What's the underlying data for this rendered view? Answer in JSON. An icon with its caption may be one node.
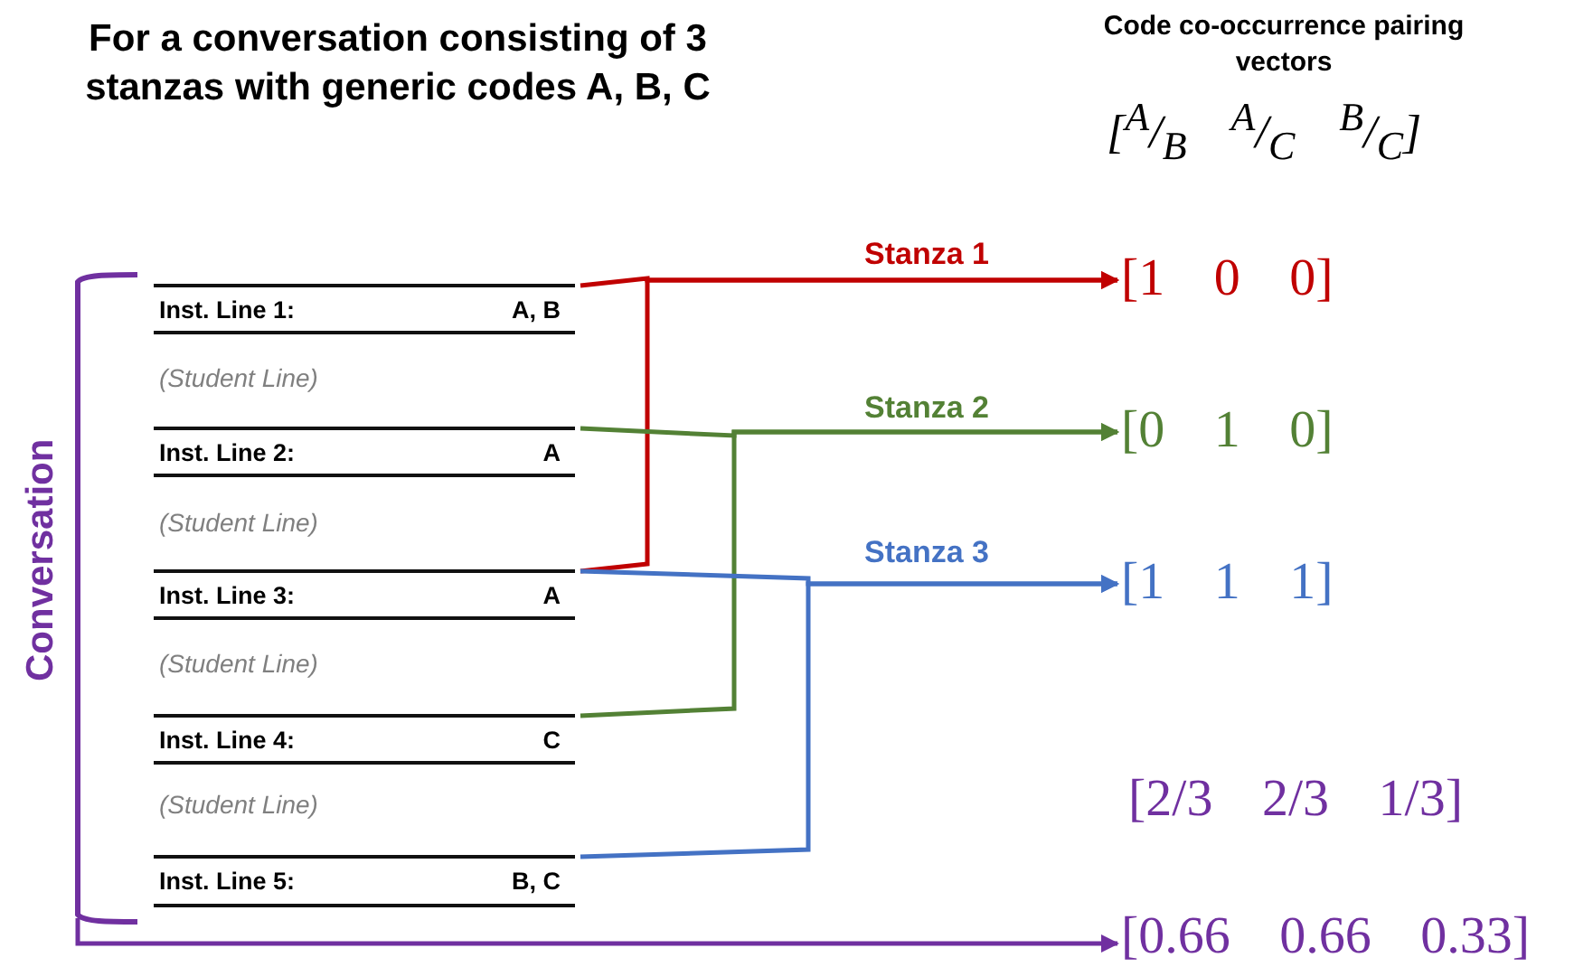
{
  "diagram": {
    "title": "For a conversation consisting of 3 stanzas with generic codes A, B, C",
    "nodes": [
      {
        "text": [
          "Conversation"
        ]
      },
      {
        "text": [
          "Inst. Line 1:",
          "A, B"
        ],
        "in": 0
      },
      {
        "text": [
          "Inst. Line 2:",
          "A"
        ],
        "in": 0
      },
      {
        "text": [
          "Inst. Line 3:",
          "A"
        ],
        "in": 0
      },
      {
        "text": [
          "Inst. Line 4:",
          "C"
        ],
        "in": 0
      },
      {
        "text": [
          "Inst. Line 5:",
          "B, C"
        ],
        "in": 0
      },
      {
        "text": [
          "[1 0 0]"
        ]
      },
      {
        "text": [
          "[0 1 0]"
        ]
      },
      {
        "text": [
          "[1 1 1]"
        ]
      },
      {
        "text": [
          "[0.66 0.66 0.33]"
        ]
      }
    ],
    "edges": [
      {
        "from": 1,
        "to": 6,
        "arrow": "to",
        "label": "Stanza 1",
        "color": "#c00000"
      },
      {
        "from": 3,
        "to": 6,
        "arrow": "to",
        "color": "#c00000"
      },
      {
        "from": 2,
        "to": 7,
        "arrow": "to",
        "label": "Stanza 2",
        "color": "#538135"
      },
      {
        "from": 4,
        "to": 7,
        "arrow": "to",
        "color": "#538135"
      },
      {
        "from": 3,
        "to": 8,
        "arrow": "to",
        "label": "Stanza 3",
        "color": "#4472c4"
      },
      {
        "from": 5,
        "to": 8,
        "arrow": "to",
        "color": "#4472c4"
      },
      {
        "from": 0,
        "to": 9,
        "arrow": "to",
        "color": "#7030a0"
      }
    ],
    "labels": [
      "Code co-occurrence pairing vectors",
      "[$^{A}$/$_{B}$ $^{A}$/$_{C}$ $^{B}$/$_{C}$]",
      "(Student Line)",
      "(Student Line)",
      "(Student Line)",
      "(Student Line)",
      "[2/3 2/3 1/3]"
    ]
  }
}
